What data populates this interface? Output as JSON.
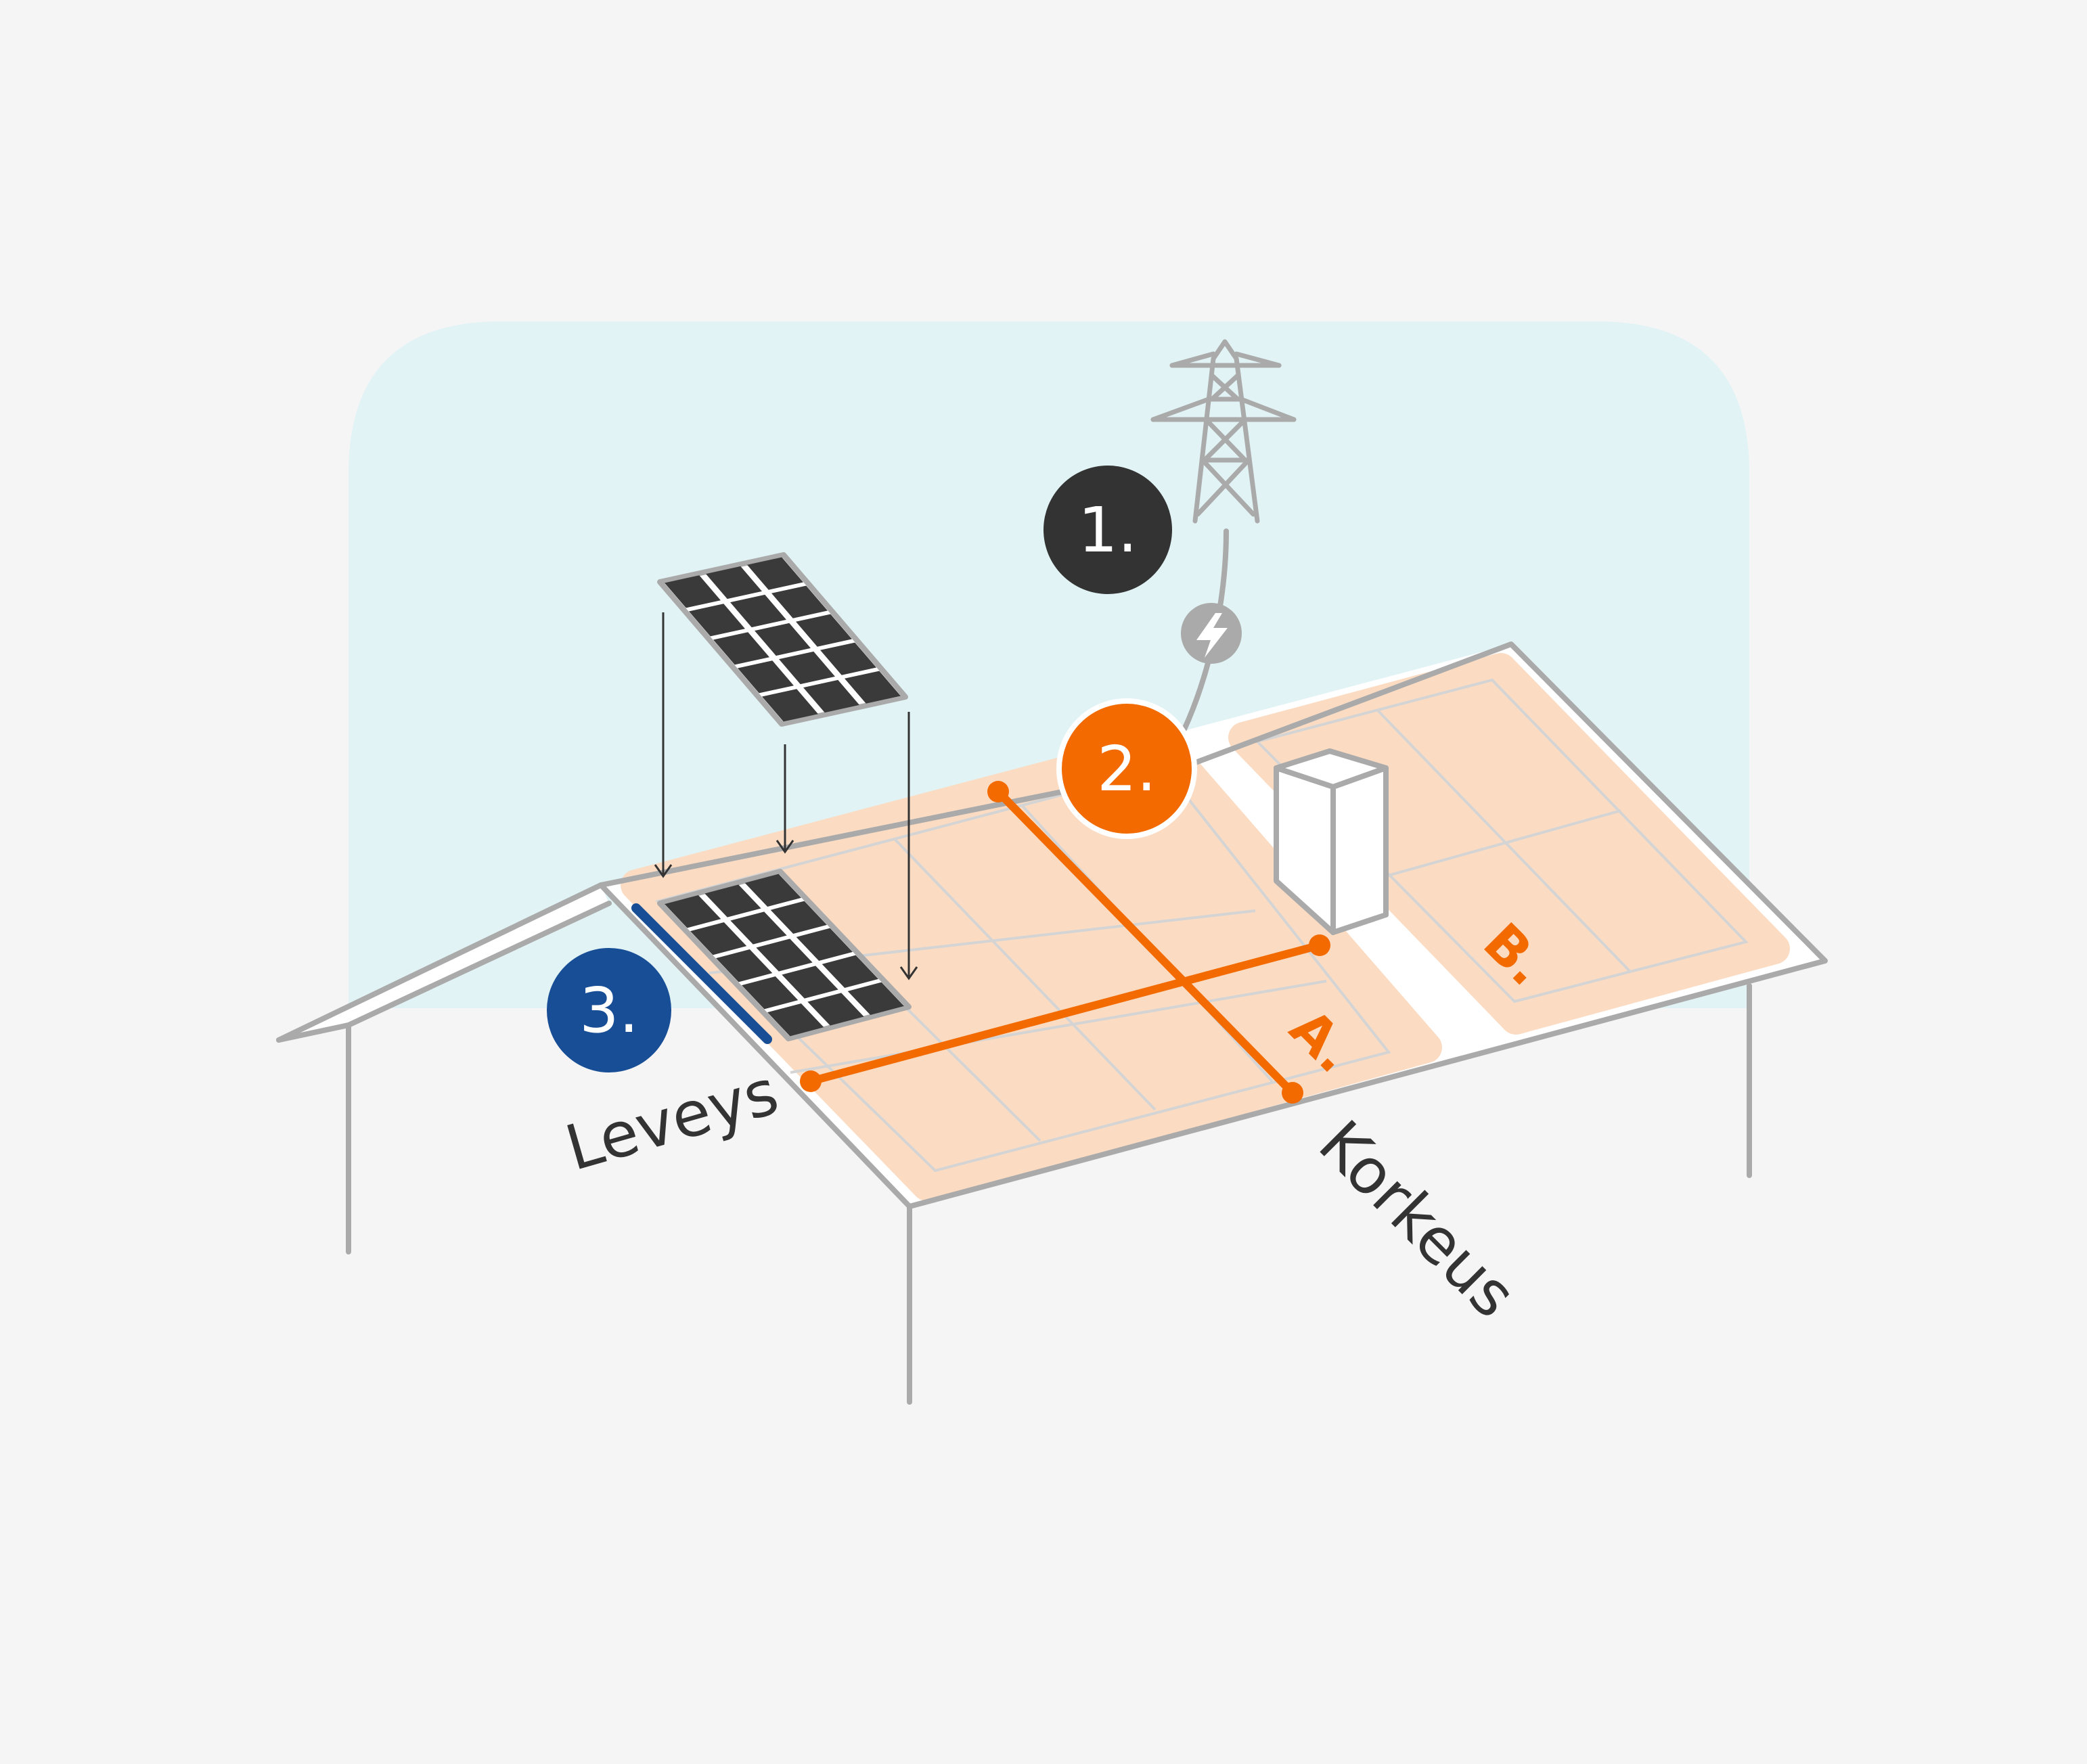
{
  "colors": {
    "background": "#f5f5f5",
    "sky": "#e1f3f5",
    "roof_outline": "#aaaaaa",
    "roof_area": "#fbdcc3",
    "accent_orange": "#f26a00",
    "accent_blue": "#174e96",
    "dark": "#333333",
    "panel_cell": "#3a3a3a"
  },
  "steps": [
    {
      "label": "1.",
      "color": "#333333"
    },
    {
      "label": "2.",
      "color": "#f26a00"
    },
    {
      "label": "3.",
      "color": "#174e96"
    }
  ],
  "areas": [
    {
      "label": "A."
    },
    {
      "label": "B."
    }
  ],
  "dimensions": {
    "width_label": "Leveys",
    "height_label": "Korkeus"
  },
  "icons": {
    "pylon": "power-pylon-icon",
    "bolt": "lightning-bolt-icon",
    "solar_panel": "solar-panel-icon",
    "chimney": "chimney-icon"
  }
}
